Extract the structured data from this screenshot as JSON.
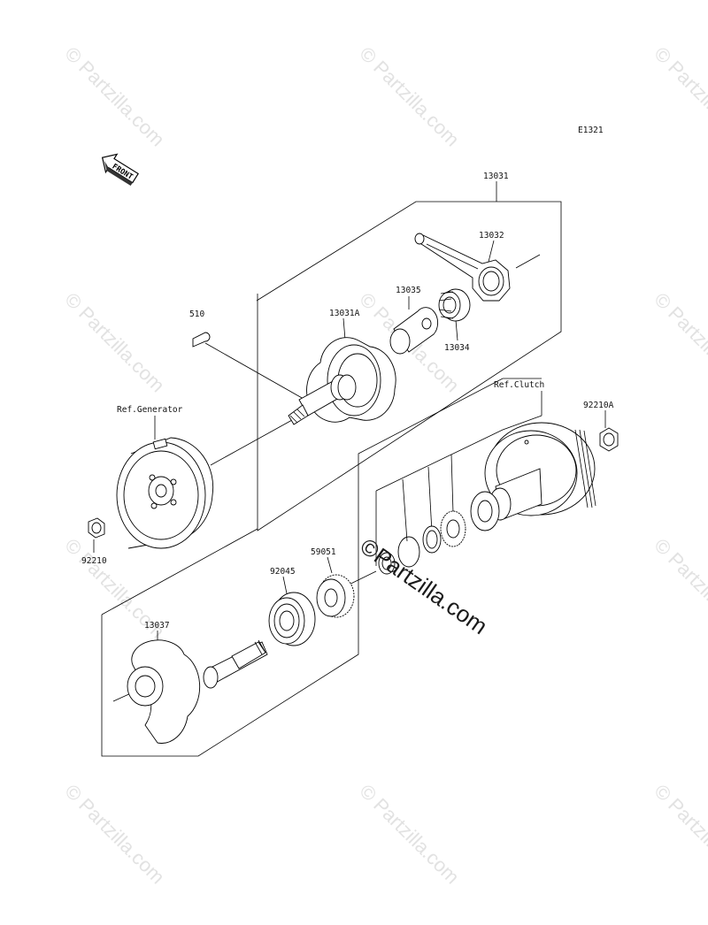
{
  "diagram": {
    "code": "E1321",
    "front_arrow_label": "FRONT",
    "watermark_text": "© Partzilla.com",
    "center_watermark_text": "©Partzilla.com"
  },
  "labels": {
    "p13031": "13031",
    "p13032": "13032",
    "p13035": "13035",
    "p13031A": "13031A",
    "p13034": "13034",
    "p510": "510",
    "ref_generator": "Ref.Generator",
    "ref_clutch": "Ref.Clutch",
    "p92210A": "92210A",
    "p92210": "92210",
    "p59051": "59051",
    "p92045": "92045",
    "p13037": "13037"
  }
}
